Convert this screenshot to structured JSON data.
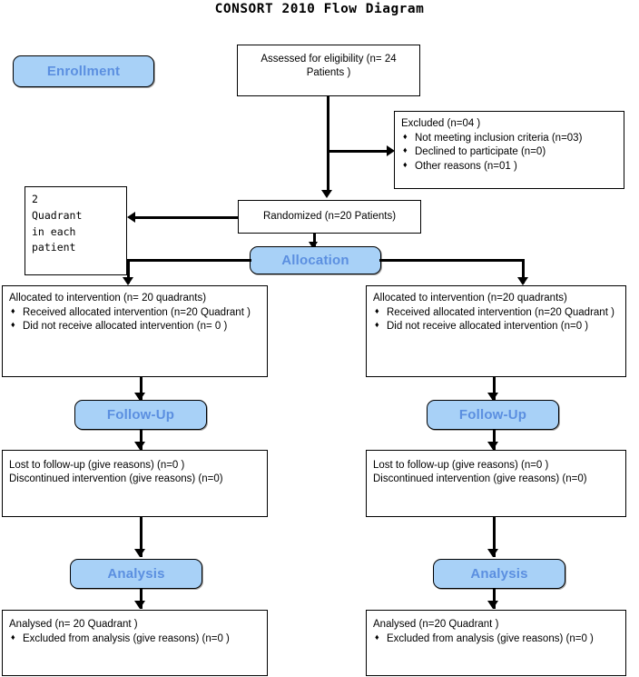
{
  "title": "CONSORT 2010 Flow Diagram",
  "stages": {
    "enrollment": "Enrollment",
    "allocation": "Allocation",
    "followup_left": "Follow-Up",
    "followup_right": "Follow-Up",
    "analysis_left": "Analysis",
    "analysis_right": "Analysis"
  },
  "colors": {
    "stage_fill": "#a8d1f7",
    "stage_text": "#5b8fe0",
    "border": "#000000",
    "page_background": "#ffffff"
  },
  "nodes": {
    "assessed": {
      "line1": "Assessed for eligibility (n= 24",
      "line2": "Patients )"
    },
    "excluded": {
      "heading": "Excluded (n=04 )",
      "items": [
        "Not meeting inclusion criteria (n=03)",
        "Declined to participate (n=0)",
        "Other reasons (n=01 )"
      ]
    },
    "randomized": {
      "text": "Randomized (n=20 Patients)"
    },
    "quadrant_note": {
      "lines": [
        "2",
        "Quadrant",
        "in each",
        "patient"
      ]
    },
    "allocated_left": {
      "heading": "Allocated to intervention (n= 20 quadrants)",
      "items": [
        "Received allocated intervention (n=20 Quadrant )",
        "Did not receive allocated intervention (n= 0 )"
      ]
    },
    "allocated_right": {
      "heading": "Allocated to intervention (n=20 quadrants)",
      "items": [
        "Received allocated intervention (n=20 Quadrant )",
        "Did not receive allocated intervention (n=0 )"
      ]
    },
    "followup_left_box": {
      "line1": "Lost to follow-up (give reasons) (n=0 )",
      "line2": "Discontinued intervention (give reasons) (n=0)"
    },
    "followup_right_box": {
      "line1": "Lost to follow-up (give reasons) (n=0 )",
      "line2": "Discontinued intervention (give reasons) (n=0)"
    },
    "analysed_left": {
      "heading": "Analysed (n= 20 Quadrant )",
      "items": [
        "Excluded from analysis (give reasons) (n=0 )"
      ]
    },
    "analysed_right": {
      "heading": "Analysed (n=20 Quadrant )",
      "items": [
        "Excluded from analysis (give reasons) (n=0 )"
      ]
    }
  },
  "bullet_glyph": "♦"
}
